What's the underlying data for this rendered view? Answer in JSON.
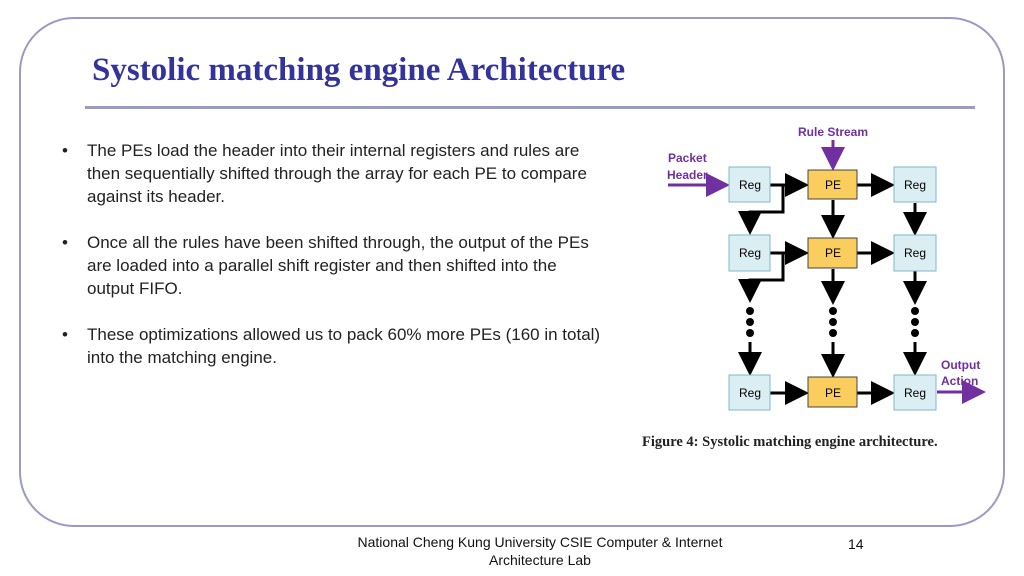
{
  "title": "Systolic matching engine Architecture",
  "bullets": [
    "The PEs load the header into their internal registers and rules are then sequentially shifted through the array for each PE to compare against its header.",
    "Once all the rules have been shifted through, the output of the PEs are loaded into a parallel shift register and then shifted into the output FIFO.",
    "These optimizations allowed us to pack 60% more PEs (160 in total) into the matching engine."
  ],
  "figure": {
    "rule_stream": "Rule Stream",
    "packet": "Packet",
    "header": "Header",
    "output": "Output",
    "action": "Action",
    "reg": "Reg",
    "pe": "PE",
    "caption": "Figure 4: Systolic matching engine architecture.",
    "colors": {
      "reg": "#dbeef4",
      "reg_border": "#7fb8c4",
      "pe": "#f9cd5e",
      "pe_border": "#444",
      "label": "#7030a0"
    }
  },
  "footer": "National Cheng Kung University CSIE Computer & Internet Architecture Lab",
  "page_number": "14"
}
